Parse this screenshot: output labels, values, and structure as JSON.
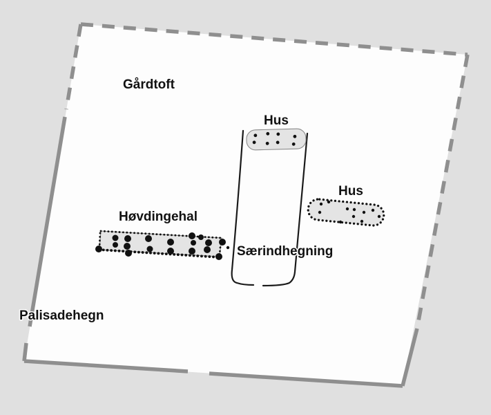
{
  "diagram": {
    "labels": {
      "gaardtoft": "Gårdtoft",
      "hus_top": "Hus",
      "hus_right": "Hus",
      "hovdingehal": "Høvdingehal",
      "saerindhegning": "Særindhegning",
      "palisadehegn": "Palisadehegn"
    },
    "colors": {
      "background": "#e0e0e0",
      "toft_fill": "#fdfdfd",
      "palisade": "#8f8f8f",
      "building_fill": "#e4e4e4",
      "building_outline": "#8a8a8a",
      "feature_dots": "#111111",
      "enclosure_line": "#1a1a1a",
      "label_text": "#111111"
    }
  }
}
